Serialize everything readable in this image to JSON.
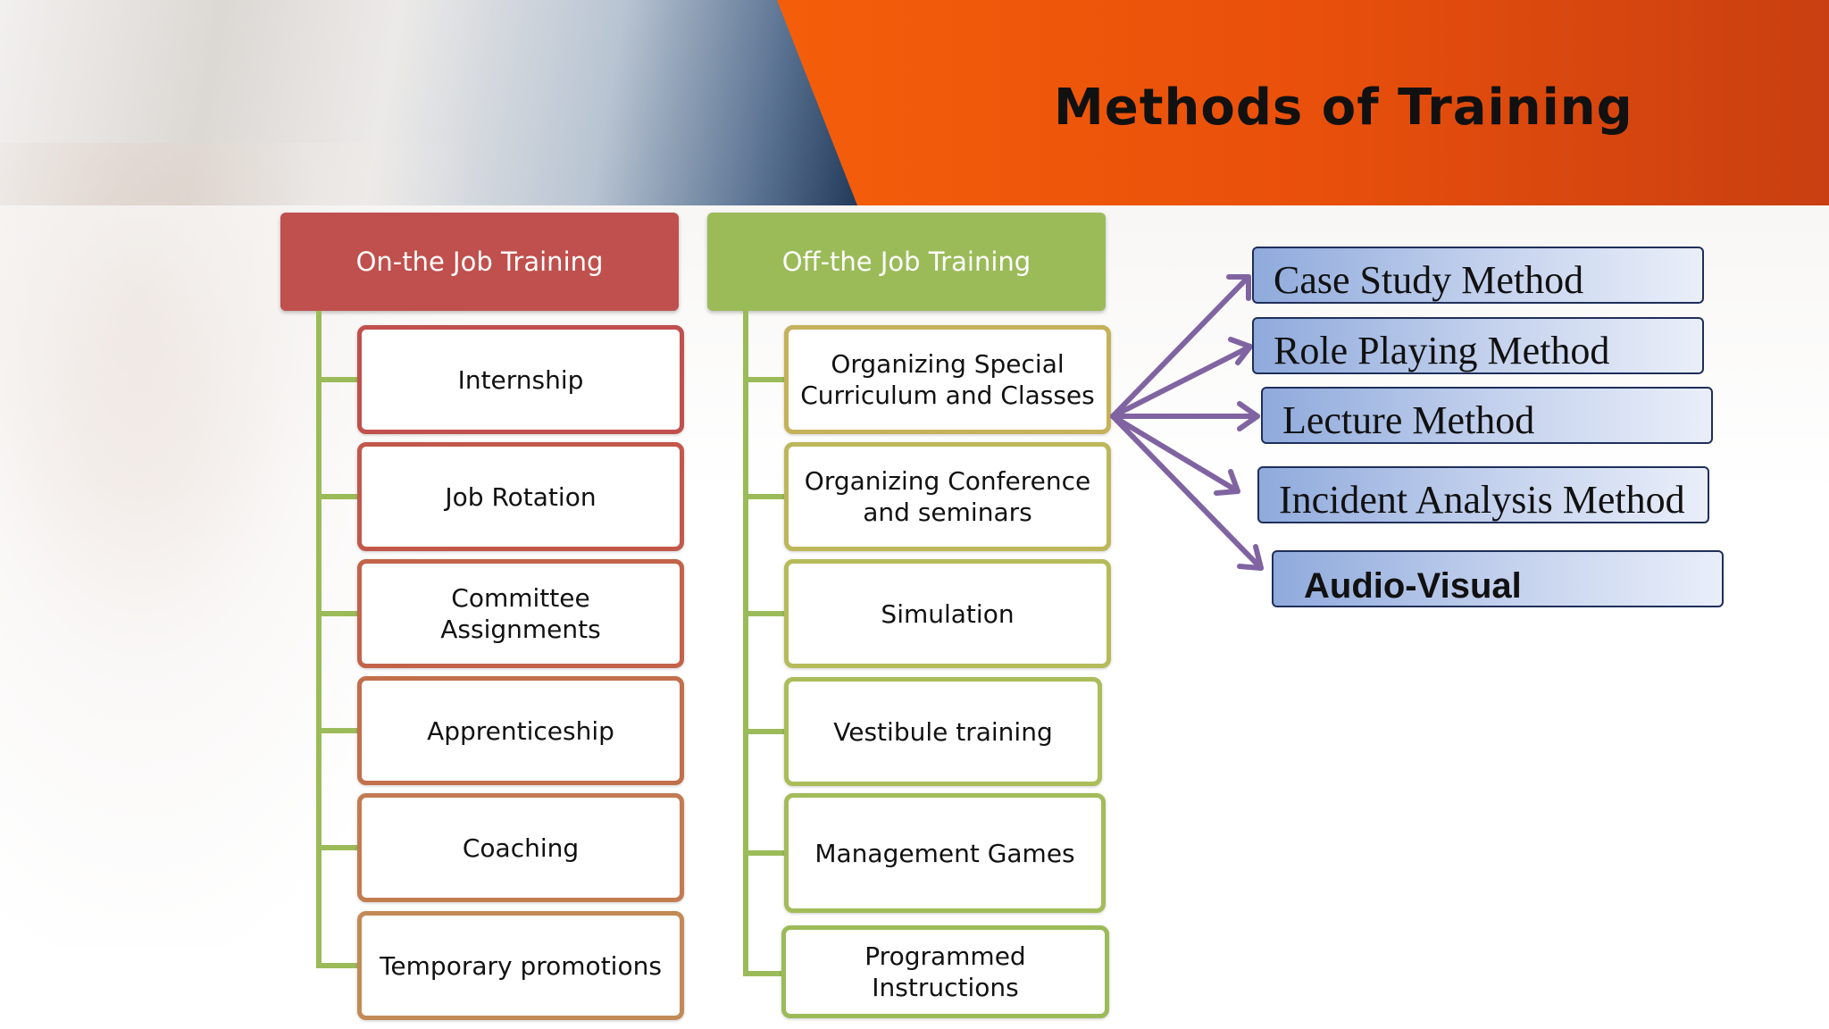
{
  "title": "Methods of Training",
  "on_the_job": {
    "header": "On-the Job Training",
    "items": [
      "Internship",
      "Job Rotation",
      "Committee Assignments",
      "Apprenticeship",
      "Coaching",
      "Temporary promotions"
    ]
  },
  "off_the_job": {
    "header": "Off-the Job Training",
    "items": [
      "Organizing Special Curriculum and Classes",
      "Organizing Conference and seminars",
      "Simulation",
      "Vestibule training",
      "Management Games",
      "Programmed Instructions"
    ]
  },
  "methods": [
    "Case Study Method",
    "Role Playing Method",
    "Lecture Method",
    "Incident Analysis Method",
    "Audio-Visual"
  ],
  "colors": {
    "on_header": "#c0504d",
    "off_header": "#9bbb59",
    "arrow": "#8064a2",
    "title_band": "#e9500b",
    "method_fill": "#8faadc"
  }
}
